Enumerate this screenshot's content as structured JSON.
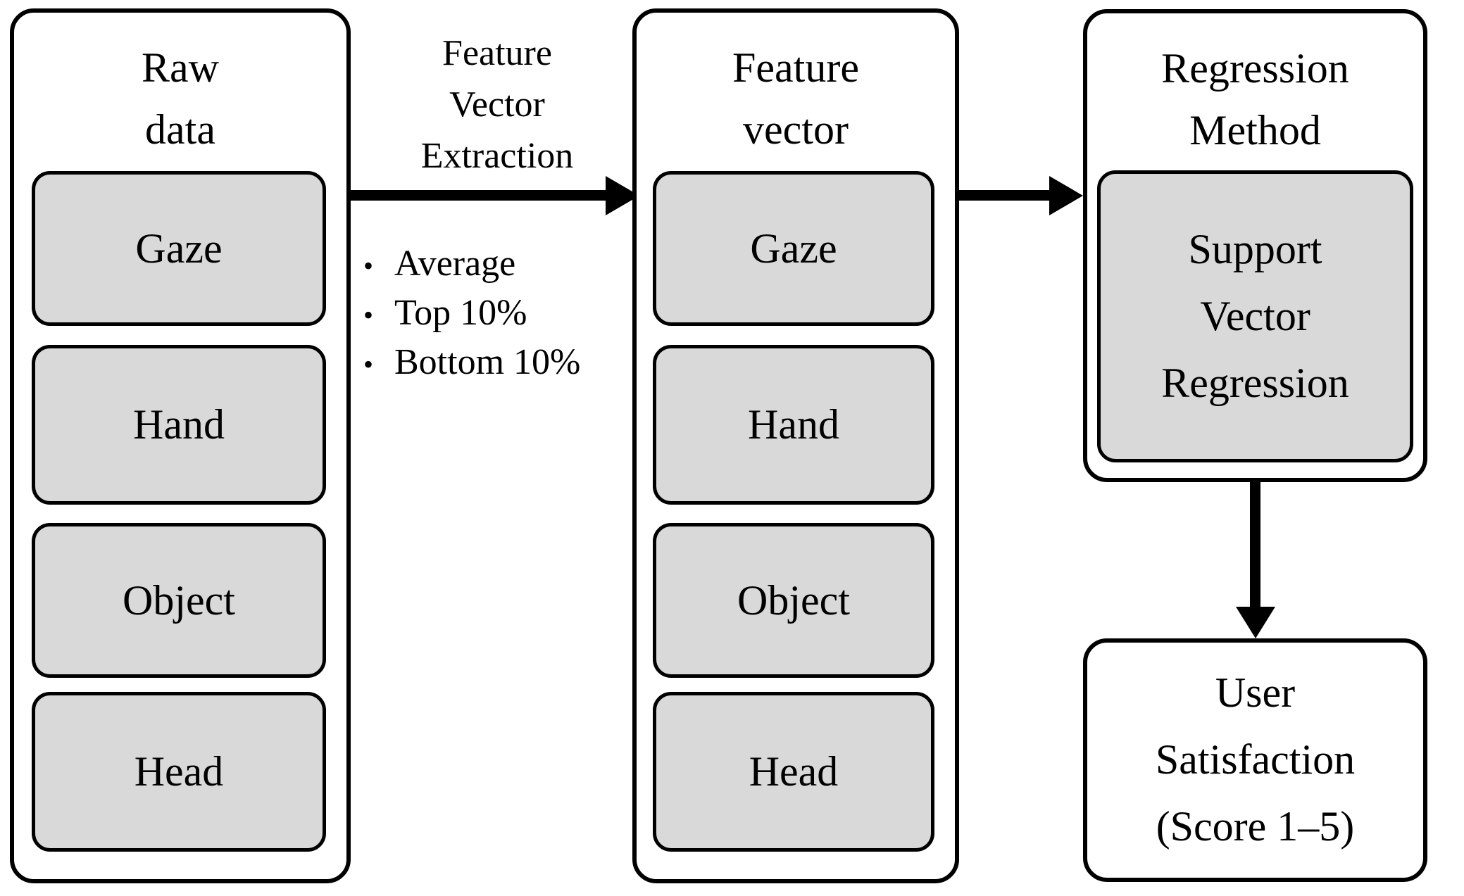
{
  "diagram": {
    "bullet_glyph": "•",
    "columns": {
      "raw_data": {
        "title_line1": "Raw",
        "title_line2": "data",
        "boxes": [
          "Gaze",
          "Hand",
          "Object",
          "Head"
        ]
      },
      "feature_vector": {
        "title_line1": "Feature",
        "title_line2": "vector",
        "boxes": [
          "Gaze",
          "Hand",
          "Object",
          "Head"
        ]
      },
      "regression": {
        "title_line1": "Regression",
        "title_line2": "Method",
        "box_line1": "Support",
        "box_line2": "Vector",
        "box_line3": "Regression"
      }
    },
    "extraction_label": {
      "line1": "Feature",
      "line2": "Vector",
      "line3": "Extraction"
    },
    "bullets": [
      "Average",
      "Top 10%",
      "Bottom 10%"
    ],
    "output_box": {
      "line1": "User",
      "line2": "Satisfaction",
      "line3": "(Score 1–5)"
    },
    "colors": {
      "stroke": "#000000",
      "box_fill": "#d9d9d9",
      "background": "#ffffff",
      "text": "#000000"
    }
  }
}
